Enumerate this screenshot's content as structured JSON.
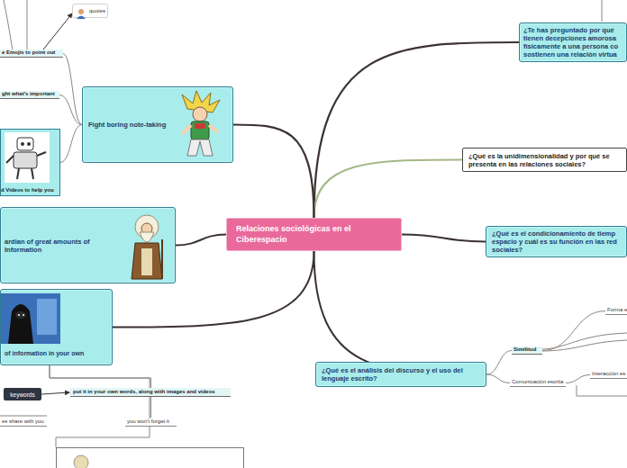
{
  "diagram": {
    "nodes": [
      {
        "text": [
          "Relaciones sociológicas en el Ciberespacio"
        ]
      },
      {
        "text": [
          "¿Te has preguntado por qué tienen decepciones amorosa físicamente a una persona co sostienen una relación virtua"
        ]
      },
      {
        "text": [
          "¿Qué es la unidimensionalidad y por qué se presenta en las relaciones sociales?"
        ]
      },
      {
        "text": [
          "¿Qué es el condicionamiento de tiemp espacio y cuál es su función en las red sociales?"
        ]
      },
      {
        "text": [
          "¿Qué es el análisis del discurso y el uso del lenguaje escrito?"
        ]
      },
      {
        "text": [
          "Similitud"
        ]
      },
      {
        "text": [
          "Forma e"
        ]
      },
      {
        "text": [
          "Comunicación escrita"
        ]
      },
      {
        "text": [
          "Interacción es"
        ]
      },
      {
        "text": [
          "Fight boring note-taking"
        ]
      },
      {
        "text": [
          "e Emojis to point out"
        ]
      },
      {
        "text": [
          "ght what's important"
        ]
      },
      {
        "text": [
          "d Videos to help you"
        ]
      },
      {
        "text": [
          "quotes"
        ]
      },
      {
        "text": [
          "ardian of great amounts of Information"
        ]
      },
      {
        "text": [
          "of information in your own"
        ]
      },
      {
        "text": [
          "keywords"
        ]
      },
      {
        "text": [
          "put it in your own words, along with images and videos"
        ]
      },
      {
        "text": [
          "es share with you"
        ]
      },
      {
        "text": [
          "you won't forget it"
        ]
      }
    ],
    "edges": [
      {
        "from": 0,
        "to": 1,
        "arrow": "none"
      },
      {
        "from": 0,
        "to": 2,
        "arrow": "none"
      },
      {
        "from": 0,
        "to": 3,
        "arrow": "none"
      },
      {
        "from": 0,
        "to": 4,
        "arrow": "none"
      },
      {
        "from": 0,
        "to": 9,
        "arrow": "none"
      },
      {
        "from": 0,
        "to": 14,
        "arrow": "none"
      },
      {
        "from": 0,
        "to": 15,
        "arrow": "none"
      },
      {
        "from": 4,
        "to": 5,
        "arrow": "none"
      },
      {
        "from": 5,
        "to": 6,
        "arrow": "none"
      },
      {
        "from": 4,
        "to": 7,
        "arrow": "none"
      },
      {
        "from": 7,
        "to": 8,
        "arrow": "none"
      },
      {
        "from": 9,
        "to": 10,
        "arrow": "none"
      },
      {
        "from": 9,
        "to": 11,
        "arrow": "none"
      },
      {
        "from": 9,
        "to": 12,
        "arrow": "none"
      },
      {
        "from": 10,
        "to": 13,
        "arrow": "to"
      },
      {
        "from": 15,
        "to": 19,
        "arrow": "none"
      },
      {
        "from": 16,
        "to": 17,
        "arrow": "to"
      }
    ]
  }
}
